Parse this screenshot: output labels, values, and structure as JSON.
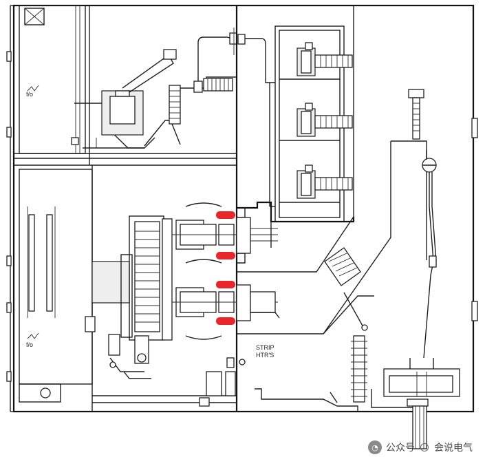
{
  "diagram": {
    "labels": {
      "strip_heaters": "STRIP\nHTR'S"
    },
    "colors": {
      "line": "#1e1e1e",
      "highlight": "#e8262b",
      "background": "#ffffff"
    }
  },
  "watermark": {
    "account_label": "公众号",
    "name": "会说电气"
  }
}
